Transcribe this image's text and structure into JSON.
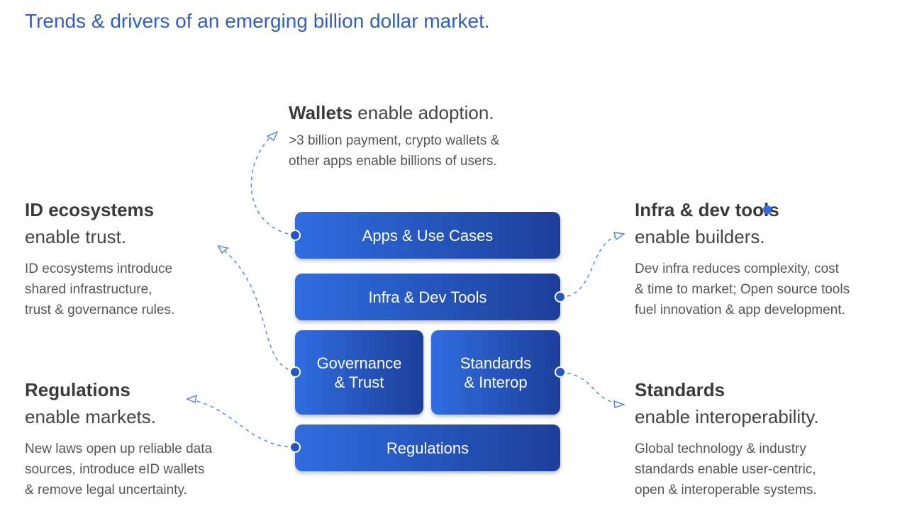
{
  "title": "Trends & drivers of an emerging billion dollar market.",
  "wallets": {
    "bold": "Wallets",
    "rest": " enable adoption.",
    "body": [
      ">3 billion payment, crypto wallets &",
      "other apps enable billions of users."
    ]
  },
  "id": {
    "bold": "ID ecosystems",
    "rest": "enable trust.",
    "body": [
      "ID ecosystems introduce",
      "shared infrastructure,",
      "trust & governance rules."
    ]
  },
  "regs": {
    "bold": "Regulations",
    "rest": "enable markets.",
    "body": [
      "New laws open up reliable data",
      "sources, introduce eID wallets",
      "& remove legal uncertainty."
    ]
  },
  "infra": {
    "bold": "Infra & dev tools",
    "rest": "enable builders.",
    "body": [
      "Dev infra reduces complexity, cost",
      "& time to market; Open source tools",
      "fuel innovation & app development."
    ]
  },
  "standards": {
    "bold": "Standards",
    "rest": "enable interoperability.",
    "body": [
      "Global technology & industry",
      "standards enable user-centric,",
      "open & interoperable systems."
    ]
  },
  "boxes": {
    "apps": "Apps & Use Cases",
    "infra": "Infra & Dev Tools",
    "gov1": "Governance",
    "gov2": "& Trust",
    "std1": "Standards",
    "std2": "& Interop",
    "regs": "Regulations"
  }
}
